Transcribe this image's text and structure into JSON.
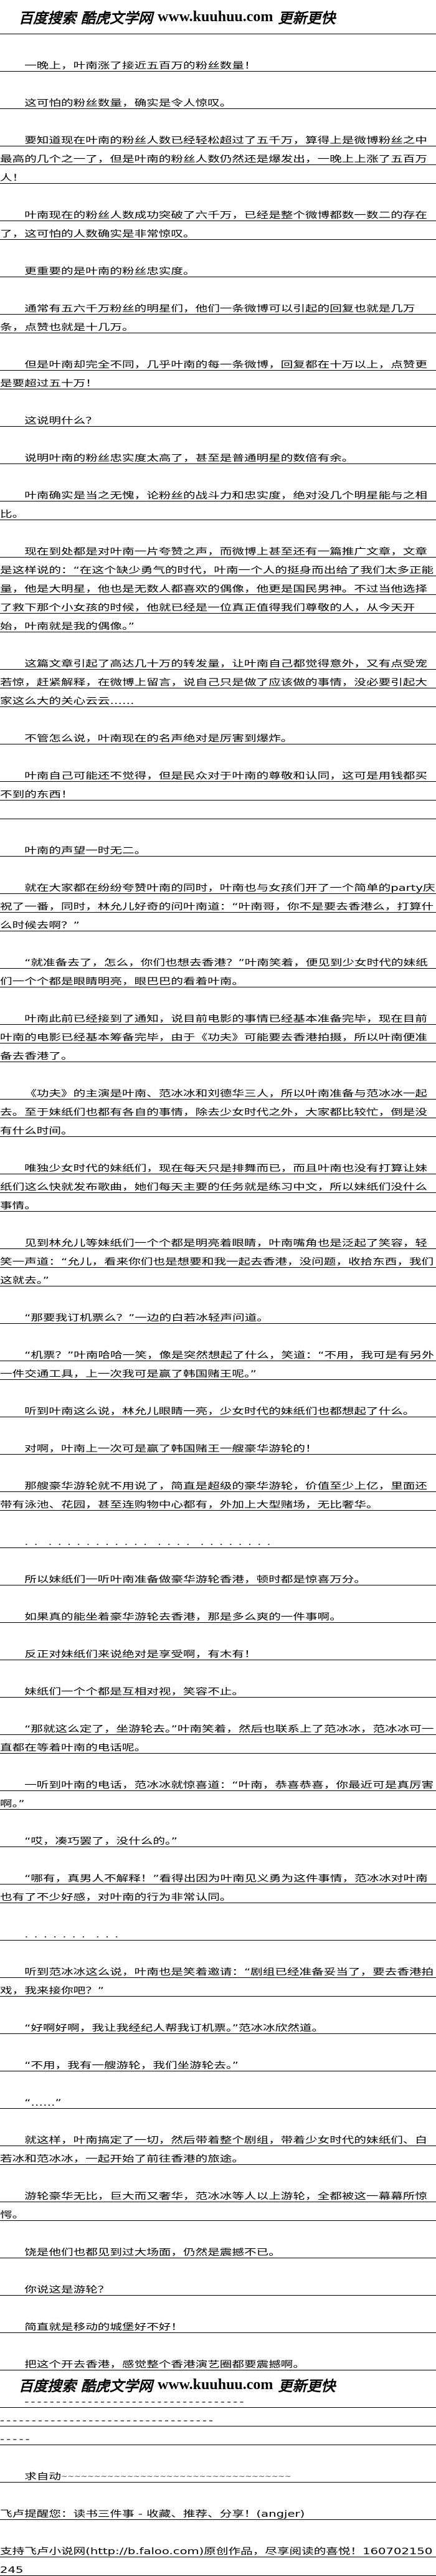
{
  "logo": {
    "part1": "百度搜索",
    "part2": "酷虎文学网",
    "url": "www.kuuhuu.com",
    "part3": "更新更快"
  },
  "paragraphs": [
    {
      "text": "一晚上，叶南涨了接近五百万的粉丝数量！"
    },
    {
      "text": "这可怕的粉丝数量，确实是令人惊叹。"
    },
    {
      "text": "要知道现在叶南的粉丝人数已经轻松超过了五千万，算得上是微博粉丝之中最高的几个之一了，但是叶南的粉丝人数仍然还是爆发出，一晚上上涨了五百万人！"
    },
    {
      "text": "叶南现在的粉丝人数成功突破了六千万，已经是整个微博都数一数二的存在了，这可怕的人数确实是非常惊叹。"
    },
    {
      "text": "更重要的是叶南的粉丝忠实度。"
    },
    {
      "text": "通常有五六千万粉丝的明星们，他们一条微博可以引起的回复也就是几万条，点赞也就是十几万。"
    },
    {
      "text": "但是叶南却完全不同，几乎叶南的每一条微博，回复都在十万以上，点赞更是要超过五十万！"
    },
    {
      "text": "这说明什么？"
    },
    {
      "text": "说明叶南的粉丝忠实度太高了，甚至是普通明星的数倍有余。"
    },
    {
      "text": "叶南确实是当之无愧，论粉丝的战斗力和忠实度，绝对没几个明星能与之相比。"
    },
    {
      "text": "现在到处都是对叶南一片夸赞之声，而微博上甚至还有一篇推广文章，文章是这样说的：“在这个缺少勇气的时代，叶南一个人的挺身而出给了我们太多正能量，他是大明星，他也是无数人都喜欢的偶像，他更是国民男神。不过当他选择了救下那个小女孩的时候，他就已经是一位真正值得我们尊敬的人，从今天开始，叶南就是我的偶像。”"
    },
    {
      "text": "这篇文章引起了高达几十万的转发量，让叶南自己都觉得意外，又有点受宠若惊，赶紧解释，在微博上留言，说自己只是做了应该做的事情，没必要引起大家这么大的关心云云……"
    },
    {
      "text": "不管怎么说，叶南现在的名声绝对是厉害到爆炸。"
    },
    {
      "text": "叶南自己可能还不觉得，但是民众对于叶南的尊敬和认同，这可是用钱都买不到的东西！"
    },
    {
      "text": "",
      "style": "flush"
    },
    {
      "text": "叶南的声望一时无二。"
    },
    {
      "text": "就在大家都在纷纷夸赞叶南的同时，叶南也与女孩们开了一个简单的party庆祝了一番，同时，林允儿好奇的问叶南道：“叶南哥，你不是要去香港么，打算什么时候去啊？”"
    },
    {
      "text": "“就准备去了，怎么，你们也想去香港？”叶南笑着，便见到少女时代的妹纸们一个个都是眼睛明亮，眼巴巴的看着叶南。"
    },
    {
      "text": "叶南此前已经接到了通知，说目前电影的事情已经基本准备完毕，现在目前叶南的电影已经基本筹备完毕，由于《功夫》可能要去香港拍摄，所以叶南便准备去香港了。"
    },
    {
      "text": "《功夫》的主演是叶南、范冰冰和刘德华三人，所以叶南准备与范冰冰一起去。至于妹纸们也都有各自的事情，除去少女时代之外，大家都比较忙，倒是没有什么时间。"
    },
    {
      "text": "唯独少女时代的妹纸们，现在每天只是排舞而已，而且叶南也没有打算让妹纸们这么快就发布歌曲，她们每天主要的任务就是练习中文，所以妹纸们没什么事情。"
    },
    {
      "text": "见到林允儿等妹纸们一个个都是明亮着眼睛，叶南嘴角也是泛起了笑容，轻笑一声道：“允儿，看来你们也是想要和我一起去香港，没问题，收拾东西，我们这就去。”"
    },
    {
      "text": "“那要我订机票么？”一边的白若冰轻声问道。"
    },
    {
      "text": "“机票？”叶南哈哈一笑，像是突然想起了什么，笑道：“不用，我可是有另外一件交通工具，上一次我可是赢了韩国赌王呢。”"
    },
    {
      "text": "听到叶南这么说，林允儿眼睛一亮，少女时代的妹纸们也都想起了什么。"
    },
    {
      "text": "对啊，叶南上一次可是赢了韩国赌王一艘豪华游轮的！"
    },
    {
      "text": "那艘豪华游轮就不用说了，简直是超级的豪华游轮，价值至少上亿，里面还带有泳池、花园，甚至连购物中心都有，外加上大型赌场，无比奢华。"
    },
    {
      "text": ". .  . . . . . . . . . . .  . . . .  . . . . . . . .",
      "style": "dots"
    },
    {
      "text": "所以妹纸们一听叶南准备做豪华游轮香港，顿时都是惊喜万分。"
    },
    {
      "text": "如果真的能坐着豪华游轮去香港，那是多么爽的一件事啊。"
    },
    {
      "text": "反正对妹纸们来说绝对是享受啊，有木有！"
    },
    {
      "text": "妹纸们一个个都是互相对视，笑容不止。"
    },
    {
      "text": "“那就这么定了，坐游轮去。”叶南笑着，然后也联系上了范冰冰，范冰冰可一直都在等着叶南的电话呢。"
    },
    {
      "text": "一听到叶南的电话，范冰冰就惊喜道：“叶南，恭喜恭喜，你最近可是真厉害啊。”"
    },
    {
      "text": "“哎，凑巧罢了，没什么的。”"
    },
    {
      "text": "“哪有，真男人不解释！”看得出因为叶南见义勇为这件事情，范冰冰对叶南也有了不少好感，对叶南的行为非常认同。"
    },
    {
      "text": ". . . . . . .  . . .",
      "style": "dots"
    },
    {
      "text": "听到范冰冰这么说，叶南也是笑着邀请：“剧组已经准备妥当了，要去香港拍戏，我来接你吧？”"
    },
    {
      "text": "“好啊好啊，我让我经纪人帮我订机票。”范冰冰欣然道。"
    },
    {
      "text": "“不用，我有一艘游轮，我们坐游轮去。”"
    },
    {
      "text": "“……”"
    },
    {
      "text": "就这样，叶南搞定了一切，然后带着整个剧组，带着少女时代的妹纸们、白若冰和范冰冰，一起开始了前往香港的旅途。"
    },
    {
      "text": "游轮豪华无比，巨大而又奢华，范冰冰等人以上游轮，全都被这一幕幕所惊愕。"
    },
    {
      "text": "饶是他们也都见到过大场面，仍然是震撼不已。"
    },
    {
      "text": "你说这是游轮？"
    },
    {
      "text": "简直就是移动的城堡好不好！"
    },
    {
      "text": "把这个开去香港，感觉整个香港演艺圈都要震撼啊。"
    },
    {
      "text": "-----------------------------------\n----------------------------------\n-----",
      "style": "dashes"
    },
    {
      "text": "求自动",
      "tilde": "~~~~~~~~~~~~~~~~~~~~~~~~~~~~~~~~~~~"
    },
    {
      "text": "飞卢提醒您：读书三件事 - 收藏、推荐、分享！(angjer)",
      "style": "noindent"
    },
    {
      "text": "支持飞卢小说网(http://b.faloo.com)原创作品，尽享阅读的喜悦！160702150245",
      "style": "noindent"
    }
  ]
}
